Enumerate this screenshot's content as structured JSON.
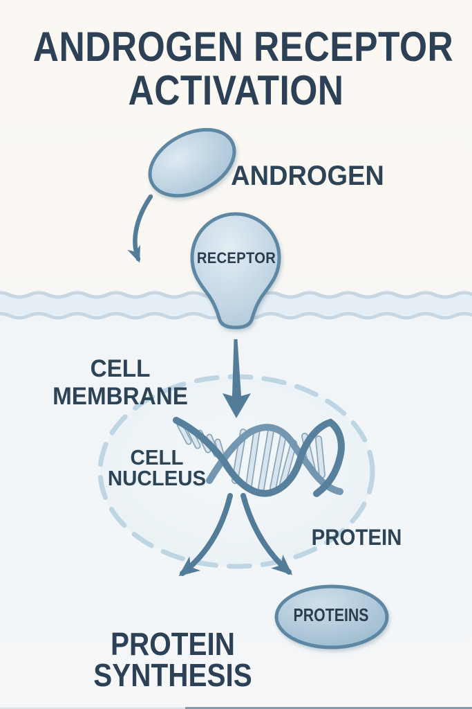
{
  "title": {
    "line1": "ANDROGEN RECEPTOR",
    "line2": "ACTIVATION"
  },
  "labels": {
    "androgen": "ANDROGEN",
    "receptor": "RECEPTOR",
    "cell_membrane": {
      "line1": "CELL",
      "line2": "MEMBRANE"
    },
    "cell_nucleus": {
      "line1": "CELL",
      "line2": "NUCLEUS"
    },
    "protein": "PROTEIN",
    "proteins": "PROTEINS",
    "protein_synthesis": {
      "line1": "PROTEIN",
      "line2": "SYNTHESIS"
    }
  },
  "shapes": [
    "androgen-ellipse",
    "receptor-bulb",
    "cell-membrane-band",
    "cell-nucleus-ellipse",
    "dna-helix",
    "proteins-ellipse",
    "arrow-androgen-to-receptor",
    "arrow-receptor-to-nucleus",
    "arrow-dna-to-protein-synthesis",
    "arrow-dna-to-proteins"
  ],
  "colors": {
    "text": "#2d4356",
    "outline": "#5d87a3",
    "arrow": "#537c99",
    "shape_fill": "#bcd2e1",
    "nucleus_fill": "#edf3f6",
    "nucleus_dash": "#bed5e4",
    "membrane_fill": "#e4edf3",
    "membrane_wave": "#c6d7e3",
    "background": "#faf7f3"
  }
}
